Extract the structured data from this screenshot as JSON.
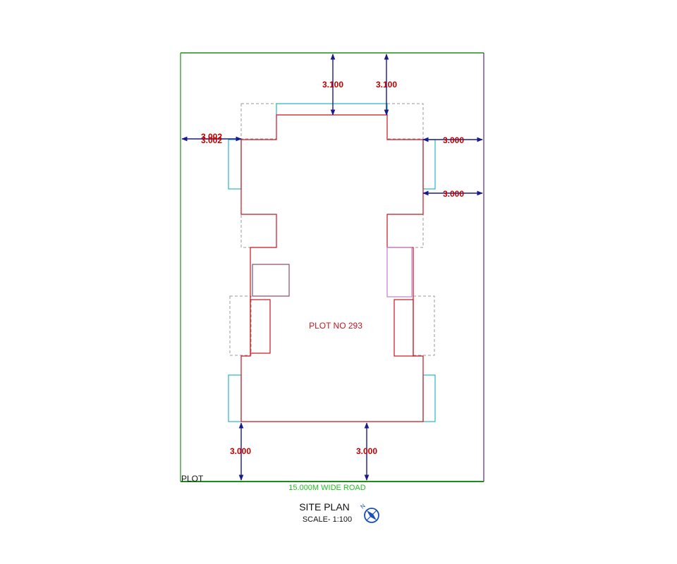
{
  "title": "SITE PLAN",
  "scale": "SCALE- 1:100",
  "plot_label": "PLOT NO 293",
  "plot_corner_label": "PLOT",
  "road_label": "15.000M WIDE ROAD",
  "north_arrow_label": "N",
  "dimensions": {
    "front_left": "3.100",
    "front_right": "3.100",
    "left_top_a": "3.002",
    "left_top_b": "3.002",
    "right_top": "3.000",
    "right_mid": "3.000",
    "bottom_left": "3.000",
    "bottom_mid": "3.000"
  },
  "colors": {
    "plot_boundary_green": "#1a8f1a",
    "plot_boundary_purple": "#5a2a7a",
    "building_outline": "#c8141e",
    "dimension_line": "#1a1a8c",
    "projection": "#2ab4c8",
    "dashed": "#999999",
    "dimension_text": "#c00000",
    "road_text": "#22c022"
  }
}
